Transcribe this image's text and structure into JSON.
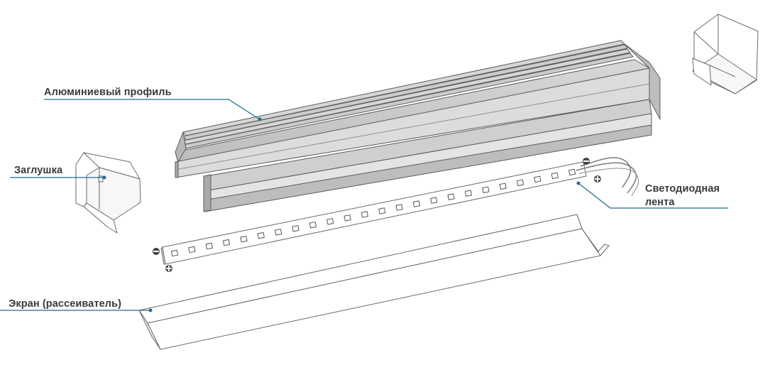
{
  "labels": {
    "aluminum_profile": "Алюминиевый профиль",
    "end_cap": "Заглушка",
    "led_strip_line1": "Светодиодная",
    "led_strip_line2": "лента",
    "diffuser_screen": "Экран (рассеиватель)"
  },
  "polarity": {
    "minus": "−",
    "plus": "+"
  },
  "colors": {
    "leader_line": "#1f6e8c",
    "profile_light": "#e2e2e2",
    "profile_mid": "#cfcfcf",
    "profile_dark": "#a9a9a9",
    "outline": "#5b5b5b",
    "label_text": "#3a3a3a"
  }
}
